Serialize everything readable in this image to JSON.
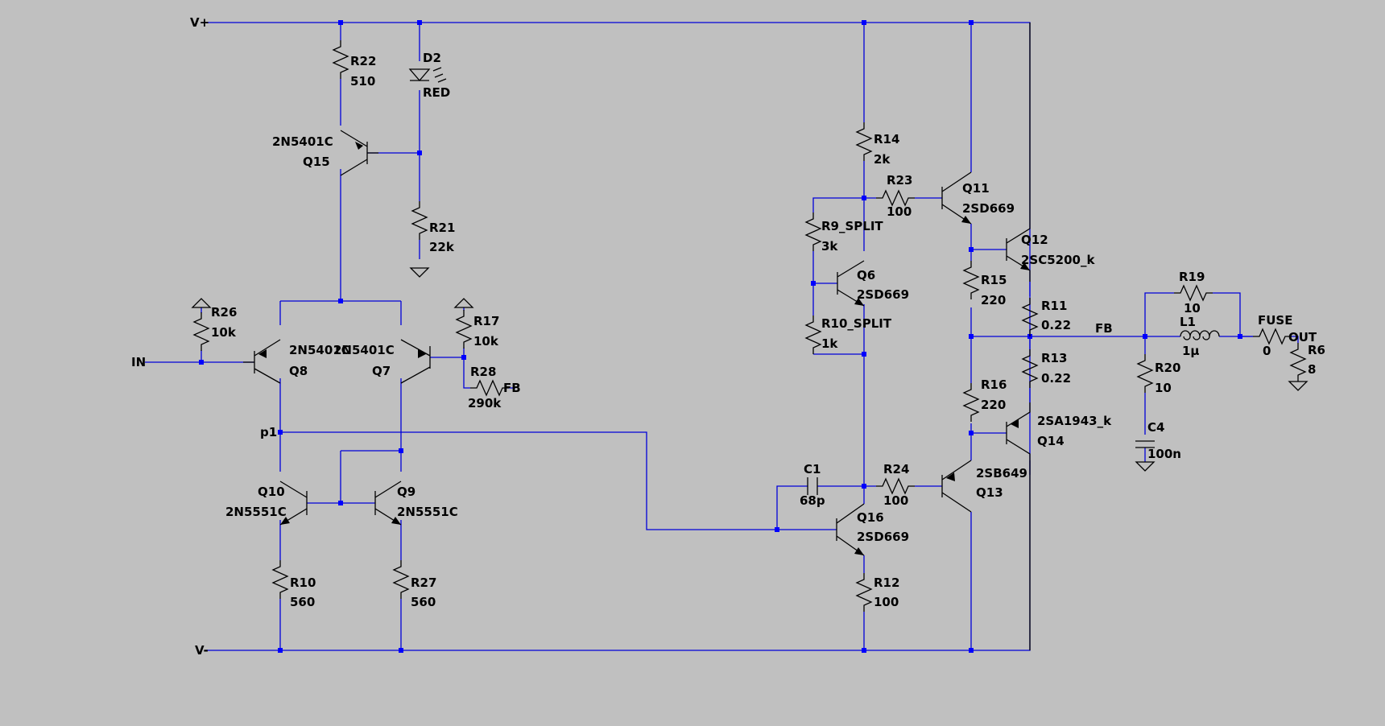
{
  "nets": {
    "vplus": "V+",
    "vminus": "V-",
    "in": "IN",
    "fb_q7": "FB",
    "fb_out": "FB",
    "p1": "p1",
    "out": "OUT"
  },
  "resistors": {
    "R22": {
      "name": "R22",
      "value": "510"
    },
    "R21": {
      "name": "R21",
      "value": "22k"
    },
    "R26": {
      "name": "R26",
      "value": "10k"
    },
    "R17": {
      "name": "R17",
      "value": "10k"
    },
    "R28": {
      "name": "R28",
      "value": "290k"
    },
    "R10": {
      "name": "R10",
      "value": "560"
    },
    "R27": {
      "name": "R27",
      "value": "560"
    },
    "R14": {
      "name": "R14",
      "value": "2k"
    },
    "R23": {
      "name": "R23",
      "value": "100"
    },
    "R9": {
      "name": "R9_SPLIT",
      "value": "3k"
    },
    "R10S": {
      "name": "R10_SPLIT",
      "value": "1k"
    },
    "R24": {
      "name": "R24",
      "value": "100"
    },
    "R12": {
      "name": "R12",
      "value": "100"
    },
    "R15": {
      "name": "R15",
      "value": "220"
    },
    "R16": {
      "name": "R16",
      "value": "220"
    },
    "R11": {
      "name": "R11",
      "value": "0.22"
    },
    "R13": {
      "name": "R13",
      "value": "0.22"
    },
    "R19": {
      "name": "R19",
      "value": "10"
    },
    "R20": {
      "name": "R20",
      "value": "10"
    },
    "R6": {
      "name": "R6",
      "value": "8"
    },
    "FUSE": {
      "name": "FUSE",
      "value": "0"
    }
  },
  "transistors": {
    "Q15": {
      "name": "Q15",
      "model": "2N5401C"
    },
    "Q8": {
      "name": "Q8",
      "model": "2N5401C"
    },
    "Q7": {
      "name": "Q7",
      "model": "2N5401C"
    },
    "Q10": {
      "name": "Q10",
      "model": "2N5551C"
    },
    "Q9": {
      "name": "Q9",
      "model": "2N5551C"
    },
    "Q6": {
      "name": "Q6",
      "model": "2SD669"
    },
    "Q11": {
      "name": "Q11",
      "model": "2SD669"
    },
    "Q16": {
      "name": "Q16",
      "model": "2SD669"
    },
    "Q12": {
      "name": "Q12",
      "model": "2SC5200_k"
    },
    "Q14": {
      "name": "Q14",
      "model": "2SA1943_k"
    },
    "Q13": {
      "name": "Q13",
      "model": "2SB649"
    }
  },
  "others": {
    "D2": {
      "name": "D2",
      "value": "RED"
    },
    "C1": {
      "name": "C1",
      "value": "68p"
    },
    "C4": {
      "name": "C4",
      "value": "100n"
    },
    "L1": {
      "name": "L1",
      "value": "1µ"
    }
  },
  "colors": {
    "background": "#c0c0c0",
    "wire": "#0000d8",
    "junction": "#0000ff",
    "symbol": "#000000"
  }
}
